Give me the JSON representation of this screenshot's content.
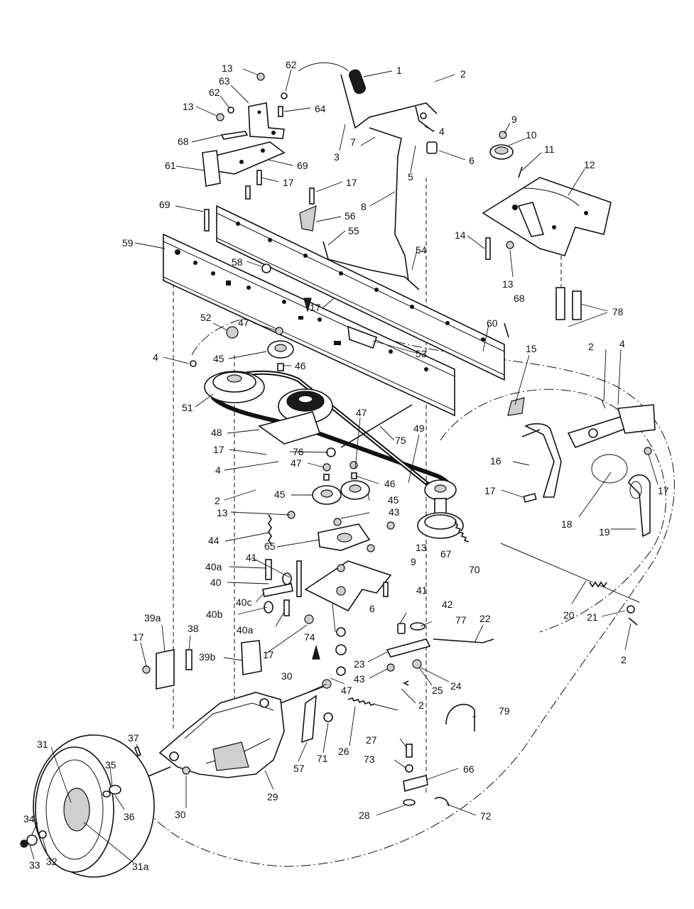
{
  "callouts": [
    "1",
    "2",
    "3",
    "4",
    "5",
    "6",
    "7",
    "8",
    "9",
    "10",
    "11",
    "12",
    "13",
    "14",
    "15",
    "16",
    "17",
    "18",
    "19",
    "20",
    "21",
    "22",
    "23",
    "24",
    "25",
    "26",
    "27",
    "28",
    "29",
    "30",
    "31",
    "31a",
    "32",
    "33",
    "34",
    "35",
    "36",
    "37",
    "38",
    "39a",
    "39b",
    "40",
    "40a",
    "40b",
    "40c",
    "41",
    "42",
    "43",
    "44",
    "45",
    "46",
    "47",
    "48",
    "49",
    "51",
    "52",
    "53",
    "54",
    "55",
    "56",
    "57",
    "58",
    "59",
    "60",
    "61",
    "62",
    "63",
    "64",
    "65",
    "66",
    "67",
    "68",
    "69",
    "70",
    "71",
    "72",
    "73",
    "74",
    "75",
    "76",
    "77",
    "78",
    "79"
  ]
}
